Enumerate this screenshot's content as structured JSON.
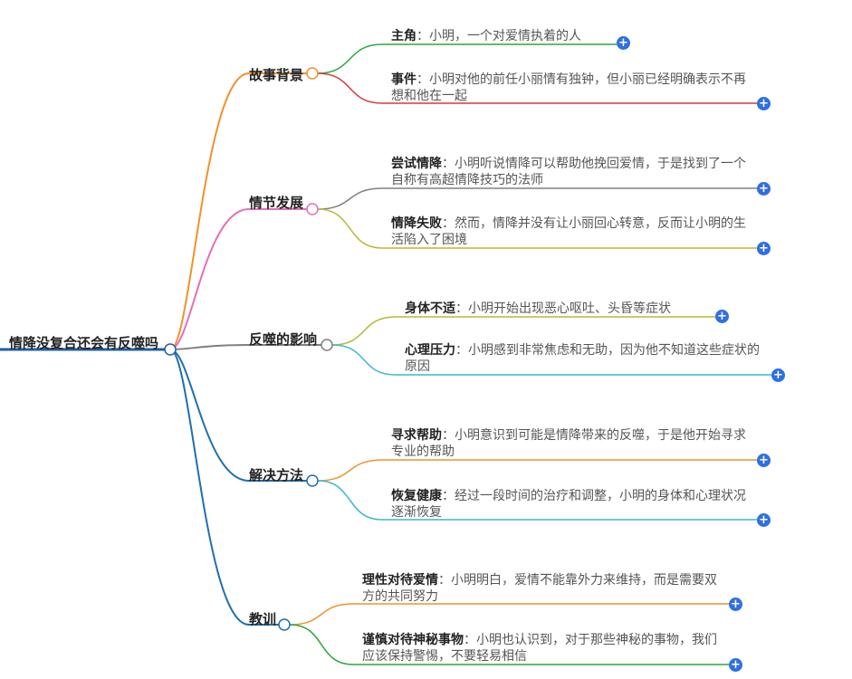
{
  "root": "情降没复合还会有反噬吗",
  "branches": [
    {
      "label": "故事背景",
      "leaves": [
        {
          "key": "主角",
          "text": "小明，一个对爱情执着的人"
        },
        {
          "key": "事件",
          "text": "小明对他的前任小丽情有独钟，但小丽已经明确表示不再想和他在一起"
        }
      ]
    },
    {
      "label": "情节发展",
      "leaves": [
        {
          "key": "尝试情降",
          "text": "小明听说情降可以帮助他挽回爱情，于是找到了一个自称有高超情降技巧的法师"
        },
        {
          "key": "情降失败",
          "text": "然而，情降并没有让小丽回心转意，反而让小明的生活陷入了困境"
        }
      ]
    },
    {
      "label": "反噬的影响",
      "leaves": [
        {
          "key": "身体不适",
          "text": "小明开始出现恶心呕吐、头昏等症状"
        },
        {
          "key": "心理压力",
          "text": "小明感到非常焦虑和无助，因为他不知道这些症状的原因"
        }
      ]
    },
    {
      "label": "解决方法",
      "leaves": [
        {
          "key": "寻求帮助",
          "text": "小明意识到可能是情降带来的反噬，于是他开始寻求专业的帮助"
        },
        {
          "key": "恢复健康",
          "text": "经过一段时间的治疗和调整，小明的身体和心理状况逐渐恢复"
        }
      ]
    },
    {
      "label": "教训",
      "leaves": [
        {
          "key": "理性对待爱情",
          "text": "小明明白，爱情不能靠外力来维持，而是需要双方的共同努力"
        },
        {
          "key": "谨慎对待神秘事物",
          "text": "小明也认识到，对于那些神秘的事物，我们应该保持警惕，不要轻易相信"
        }
      ]
    }
  ],
  "separator": "：",
  "expand_symbol": "+",
  "colors": {
    "root_line": "#1f5fa8",
    "branches": [
      "#f0922b",
      "#e56fb8",
      "#808080",
      "#1f6fb0",
      "#1f6fb0"
    ],
    "leaves": [
      "#2aa63c",
      "#d9373b",
      "#808080",
      "#b8b83a",
      "#b8b83a",
      "#38b9cf",
      "#f0922b",
      "#38b9cf",
      "#f0922b",
      "#2aa63c"
    ],
    "plus": "#2f6fe4"
  }
}
